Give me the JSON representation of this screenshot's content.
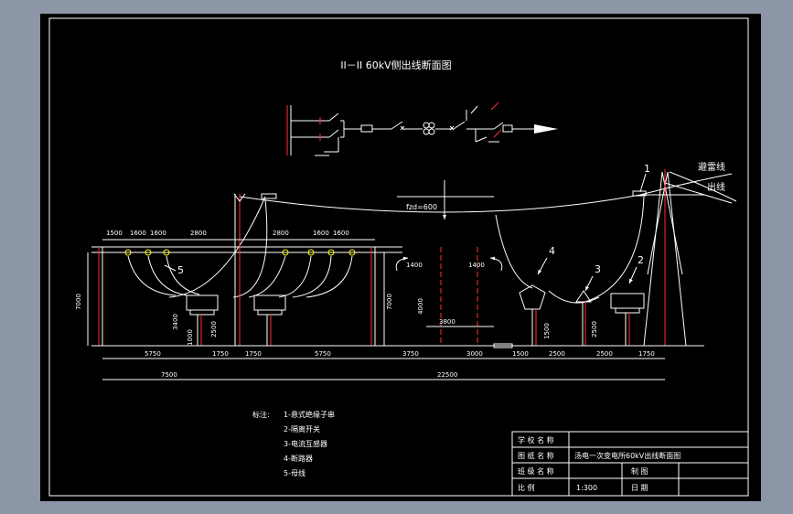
{
  "drawing": {
    "title": "II－II 60kV侧出线断面图",
    "callouts": [
      "1",
      "2",
      "3",
      "4",
      "5"
    ],
    "labels": {
      "lightning_wire": "避雷线",
      "outgoing_line": "出线",
      "sag": "fzd=600"
    },
    "dimensions": {
      "top_row": [
        "1500",
        "1600",
        "1600",
        "2800",
        "2800",
        "1600",
        "1600"
      ],
      "d1400_left": "1400",
      "d1400_right": "1400",
      "d3800": "3800",
      "d7000_left": "7000",
      "d7000_mid": "7000",
      "d4000": "4000",
      "d3400": "3400",
      "d2500_a": "2500",
      "d1000": "1000",
      "d1500_v": "1500",
      "d2500_b": "2500",
      "row1": [
        "5750",
        "1750",
        "1750",
        "5750",
        "3750",
        "3000",
        "1500",
        "2500",
        "2500",
        "1750"
      ],
      "total_left": "7500",
      "total_right": "22500"
    },
    "legend": {
      "head": "标注:",
      "items": [
        "1-悬式绝缘子串",
        "2-隔离开关",
        "3-电流互感器",
        "4-断路器",
        "5-母线"
      ]
    }
  },
  "title_block": {
    "school_label": "学 校 名 称",
    "drawing_label": "图 纸 名 称",
    "drawing_name": "汤电一次变电所60kV出线断面图",
    "class_label": "班 级 名 称",
    "drawn_label": "制    图",
    "scale_label": "比       例",
    "scale_value": "1:300",
    "date_label": "日    期"
  }
}
